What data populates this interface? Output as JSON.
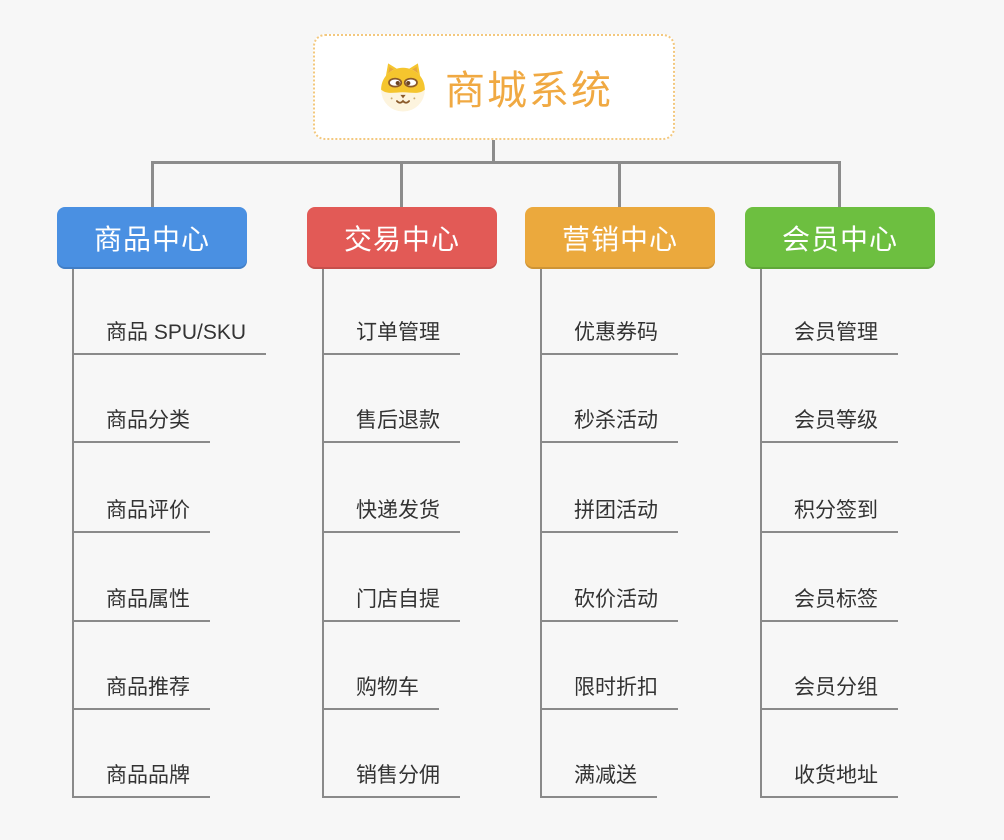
{
  "page": {
    "background_color": "#f7f7f7",
    "connector_color": "#8c8c8c"
  },
  "root": {
    "label": "商城系统",
    "icon": "dog-face-icon",
    "text_color": "#f0a942",
    "border_color": "#f3c87e"
  },
  "branches": [
    {
      "label": "商品中心",
      "color": "#4a90e2",
      "items": [
        "商品 SPU/SKU",
        "商品分类",
        "商品评价",
        "商品属性",
        "商品推荐",
        "商品品牌"
      ]
    },
    {
      "label": "交易中心",
      "color": "#e25a56",
      "items": [
        "订单管理",
        "售后退款",
        "快递发货",
        "门店自提",
        "购物车",
        "销售分佣"
      ]
    },
    {
      "label": "营销中心",
      "color": "#eba93d",
      "items": [
        "优惠券码",
        "秒杀活动",
        "拼团活动",
        "砍价活动",
        "限时折扣",
        "满减送"
      ]
    },
    {
      "label": "会员中心",
      "color": "#6dbf40",
      "items": [
        "会员管理",
        "会员等级",
        "积分签到",
        "会员标签",
        "会员分组",
        "收货地址"
      ]
    }
  ]
}
